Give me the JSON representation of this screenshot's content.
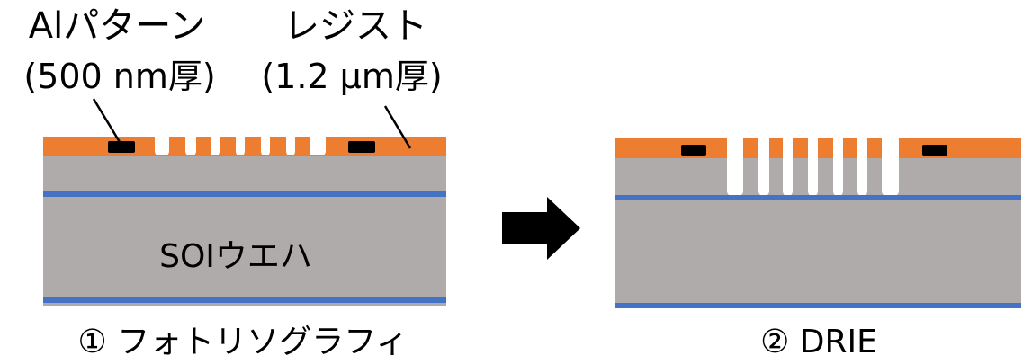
{
  "annotations": {
    "al_pattern_label": "Alパターン",
    "al_pattern_thickness": "(500 nm厚)",
    "resist_label": "レジスト",
    "resist_thickness": "(1.2 μm厚)",
    "wafer_label": "SOIウエハ"
  },
  "steps": [
    {
      "caption": "① フォトリソグラフィ"
    },
    {
      "caption": "② DRIE"
    }
  ],
  "colors": {
    "resist": "#ed7d31",
    "silicon": "#afabab",
    "oxide_layer": "#4472c4",
    "aluminum": "#000000",
    "arrow": "#000000",
    "background": "#ffffff"
  }
}
